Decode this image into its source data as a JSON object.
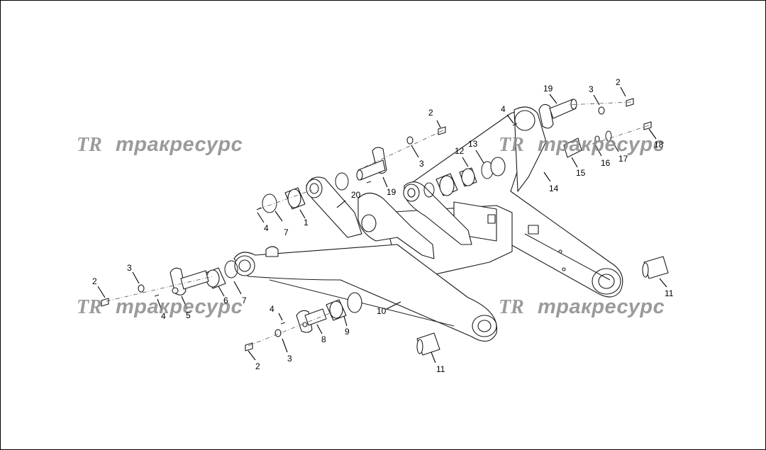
{
  "watermark": {
    "logo_text": "TR",
    "text": "тракресурс"
  },
  "callouts": [
    "1",
    "2",
    "3",
    "4",
    "5",
    "6",
    "7",
    "8",
    "9",
    "10",
    "11",
    "12",
    "13",
    "14",
    "15",
    "16",
    "17",
    "18",
    "19",
    "20"
  ]
}
